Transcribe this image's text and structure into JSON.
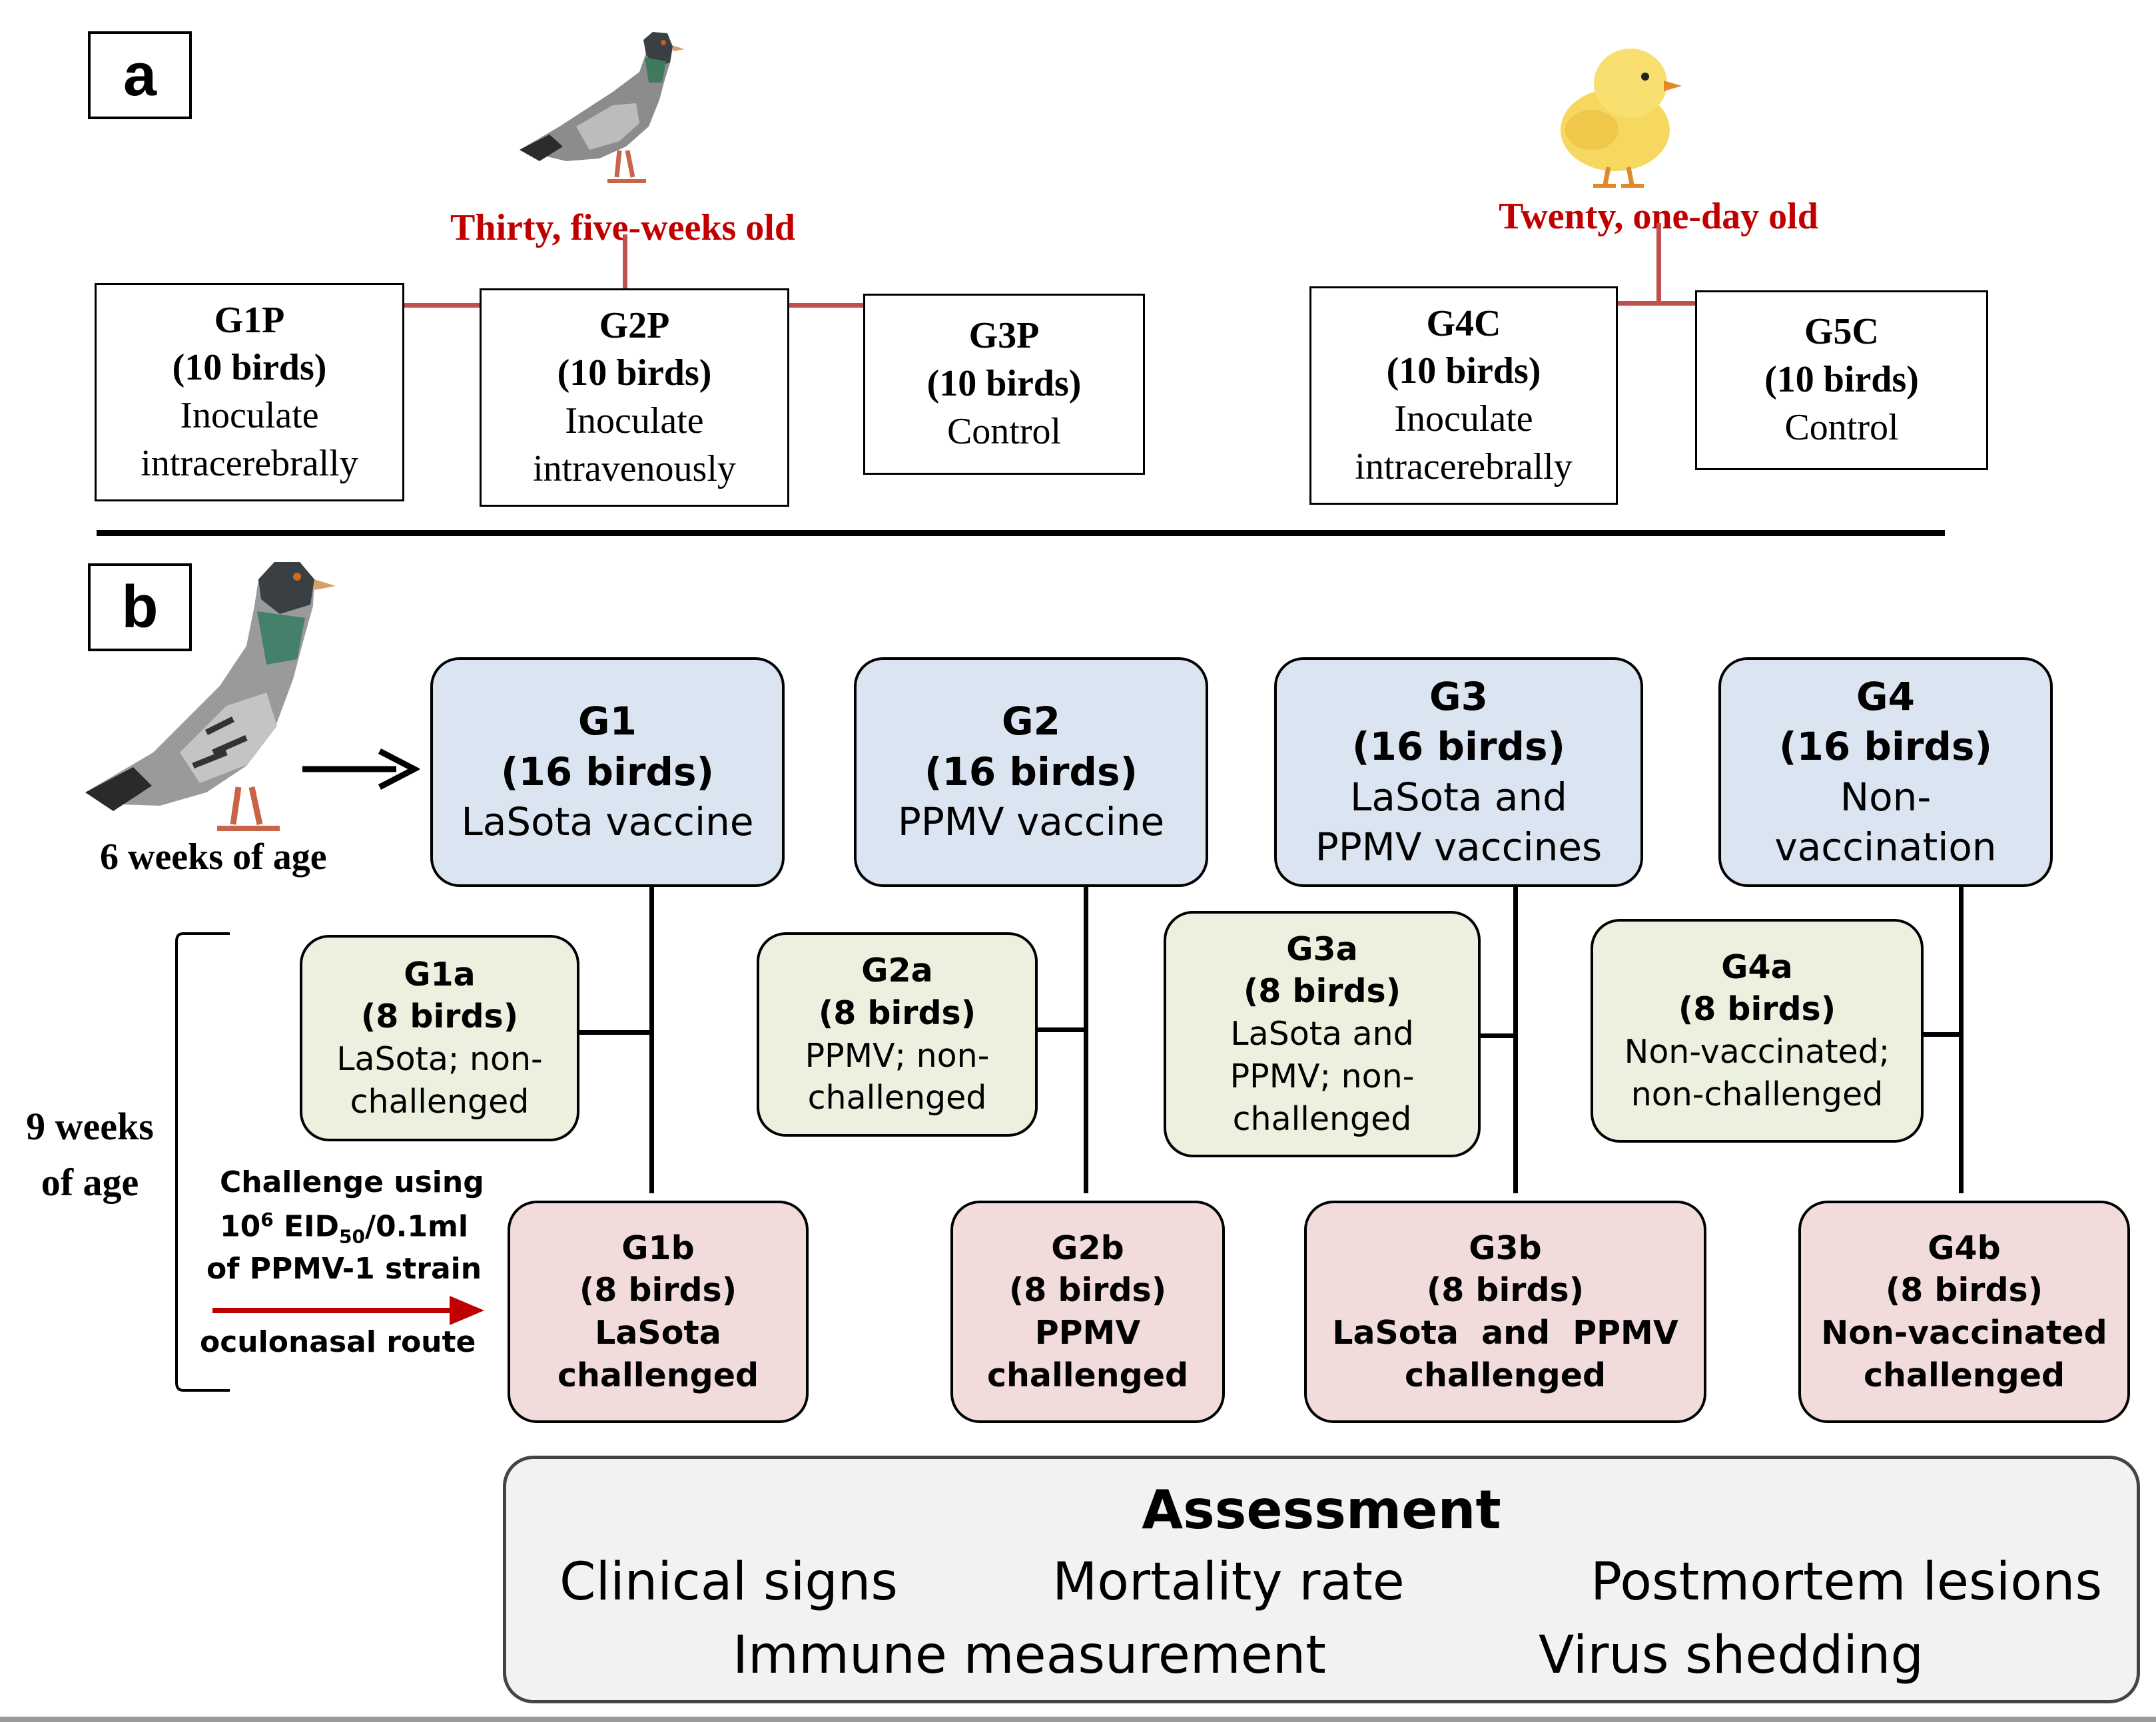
{
  "panel_a": {
    "label": "a",
    "pigeon_cohort": "Thirty,  five-weeks old",
    "chick_cohort": "Twenty,  one-day old",
    "groups": [
      {
        "id": "G1P",
        "count": "(10 birds)",
        "line1": "Inoculate",
        "line2": "intracerebrally"
      },
      {
        "id": "G2P",
        "count": "(10 birds)",
        "line1": "Inoculate",
        "line2": "intravenously"
      },
      {
        "id": "G3P",
        "count": "(10 birds)",
        "line1": "Control",
        "line2": ""
      },
      {
        "id": "G4C",
        "count": "(10 birds)",
        "line1": "Inoculate",
        "line2": "intracerebrally"
      },
      {
        "id": "G5C",
        "count": "(10 birds)",
        "line1": "Control",
        "line2": ""
      }
    ]
  },
  "panel_b": {
    "label": "b",
    "age_start": "6 weeks of age",
    "age_challenge_line1": "9 weeks",
    "age_challenge_line2": "of age",
    "challenge": {
      "line1": "Challenge using",
      "dose_base": "10",
      "dose_exp": "6",
      "dose_unit": " EID",
      "dose_sub": "50",
      "dose_tail": "/0.1ml",
      "line3": "of PPMV-1 strain",
      "line4": "oculonasal route"
    },
    "main_groups": [
      {
        "id": "G1",
        "count": "(16 birds)",
        "line1": "LaSota vaccine",
        "line2": ""
      },
      {
        "id": "G2",
        "count": "(16 birds)",
        "line1": "PPMV vaccine",
        "line2": ""
      },
      {
        "id": "G3",
        "count": "(16 birds)",
        "line1": "LaSota and",
        "line2": "PPMV vaccines"
      },
      {
        "id": "G4",
        "count": "(16 birds)",
        "line1": "Non-",
        "line2": "vaccination"
      }
    ],
    "subgroups_a": [
      {
        "id": "G1a",
        "count": "(8 birds)",
        "line1": "LaSota; non-",
        "line2": "challenged",
        "line3": ""
      },
      {
        "id": "G2a",
        "count": "(8 birds)",
        "line1": "PPMV; non-",
        "line2": "challenged",
        "line3": ""
      },
      {
        "id": "G3a",
        "count": "(8 birds)",
        "line1": "LaSota and",
        "line2": "PPMV; non-",
        "line3": "challenged"
      },
      {
        "id": "G4a",
        "count": "(8 birds)",
        "line1": "Non-vaccinated;",
        "line2": "non-challenged",
        "line3": ""
      }
    ],
    "subgroups_b": [
      {
        "id": "G1b",
        "count": "(8 birds)",
        "line1": "LaSota",
        "line2": "challenged"
      },
      {
        "id": "G2b",
        "count": "(8 birds)",
        "line1": "PPMV",
        "line2": "challenged"
      },
      {
        "id": "G3b",
        "count": "(8 birds)",
        "line1": "LaSota  and  PPMV",
        "line2": "challenged"
      },
      {
        "id": "G4b",
        "count": "(8 birds)",
        "line1": "Non-vaccinated",
        "line2": "challenged"
      }
    ]
  },
  "assessment": {
    "title": "Assessment",
    "items": [
      "Clinical signs",
      "Mortality rate",
      "Postmortem lesions",
      "Immune measurement",
      "Virus shedding"
    ]
  },
  "colors": {
    "header_red": "#c00000",
    "connector_red": "#c0504d",
    "blue_box": "#dbe5f1",
    "green_box": "#ebf1de",
    "pink_box": "#f2dcdb",
    "challenge_arrow": "#c00000"
  }
}
